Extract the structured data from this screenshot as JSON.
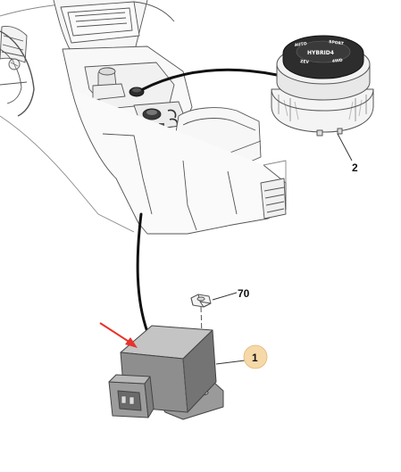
{
  "callouts": {
    "knob": "2",
    "nut": "70",
    "module": "1"
  },
  "knob_labels": {
    "auto": "AUTO",
    "sport": "SPORT",
    "zev": "ZEV",
    "fourwd": "4WD",
    "brand": "HYBRID4"
  },
  "colors": {
    "arrow": "#e8322a",
    "highlight_circle": "#f6d9a8",
    "line": "#222222",
    "outline": "#555555"
  }
}
